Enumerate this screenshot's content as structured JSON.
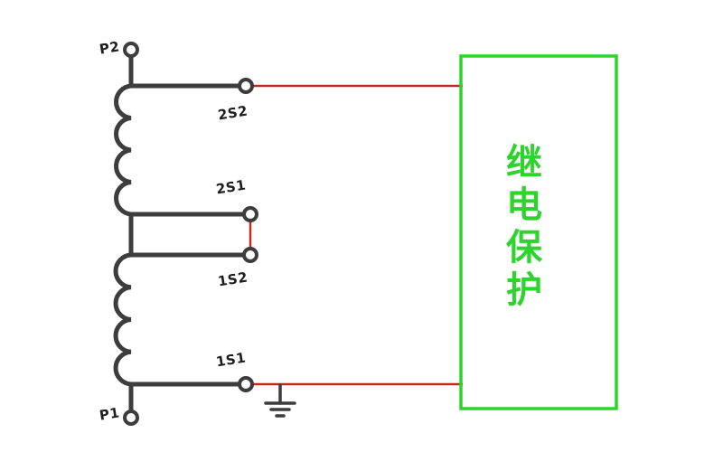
{
  "diagram": {
    "type": "current-transformer-relay-protection-schematic",
    "labels": {
      "p2": "P2",
      "p1": "P1",
      "t2s2": "2S2",
      "t2s1": "2S1",
      "t1s2": "1S2",
      "t1s1": "1S1"
    },
    "relay_box": {
      "label": "继电保护"
    },
    "colors": {
      "conductor": "#3d3d3d",
      "secondary_wire": "#c22a20",
      "relay_green": "#2ed32e",
      "background": "#ffffff"
    }
  }
}
